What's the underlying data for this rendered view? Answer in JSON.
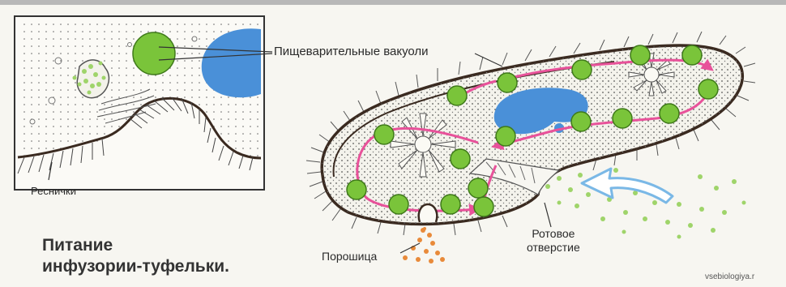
{
  "labels": {
    "digestive_vacuoles": "Пищеварительные вакуоли",
    "cilia": "Реснички",
    "cell_anus": "Порошица",
    "cell_mouth_line1": "Ротовое",
    "cell_mouth_line2": "отверстие",
    "title_line1": "Питание",
    "title_line2": "инфузории-туфельки.",
    "watermark": "vsebiologiya.r"
  },
  "colors": {
    "vacuole_fill": "#7ac43a",
    "vacuole_stroke": "#3f7a1a",
    "nucleus": "#4a90d8",
    "flow_arrows": "#e8529a",
    "membrane": "#3a2a20",
    "food_particles": "#9fd46a",
    "water_arrow": "#7ab8e6",
    "waste_particles": "#e88a3a"
  },
  "icons": [
    "paramecium-cell",
    "contractile-vacuole-icon",
    "water-flow-arrow-icon"
  ]
}
